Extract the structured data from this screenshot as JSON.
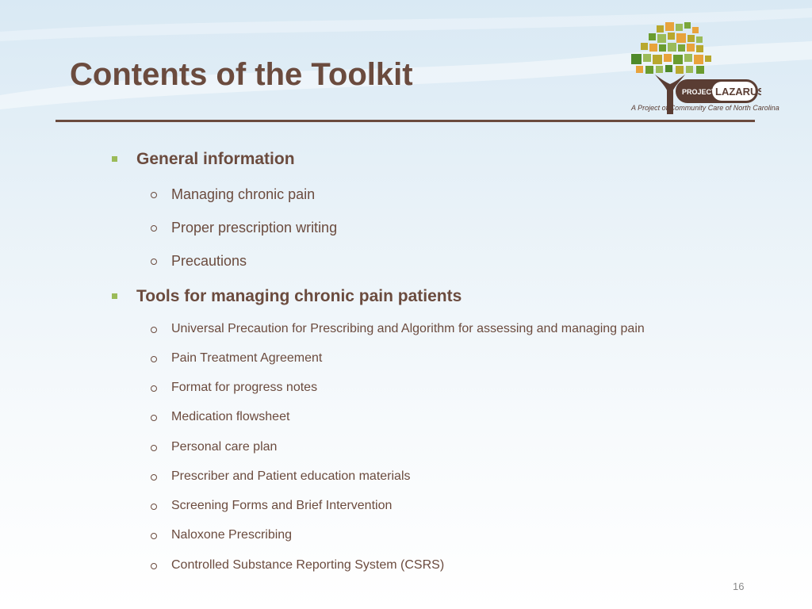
{
  "slide": {
    "title": "Contents of the Toolkit",
    "page_number": "16"
  },
  "logo": {
    "badge_left": "PROJECT",
    "badge_right": "LAZARUS",
    "tagline": "A Project of Community Care of North Carolina",
    "colors": {
      "brown": "#5a3d33",
      "green": "#9bbb59",
      "olive": "#b8a82e",
      "orange": "#e8a33c"
    }
  },
  "sections": [
    {
      "label": "General information",
      "items": [
        "Managing chronic pain",
        "Proper prescription writing",
        "Precautions"
      ]
    },
    {
      "label": "Tools for managing chronic pain patients",
      "items": [
        "Universal Precaution for Prescribing and Algorithm for assessing and managing pain",
        "Pain Treatment Agreement",
        "Format for progress notes",
        "Medication flowsheet",
        "Personal care plan",
        "Prescriber and Patient education materials",
        "Screening Forms and Brief Intervention",
        "Naloxone Prescribing",
        "Controlled Substance Reporting System (CSRS)"
      ]
    }
  ],
  "theme": {
    "title_color": "#6b4b3e",
    "bullet_color": "#9bbb59"
  }
}
